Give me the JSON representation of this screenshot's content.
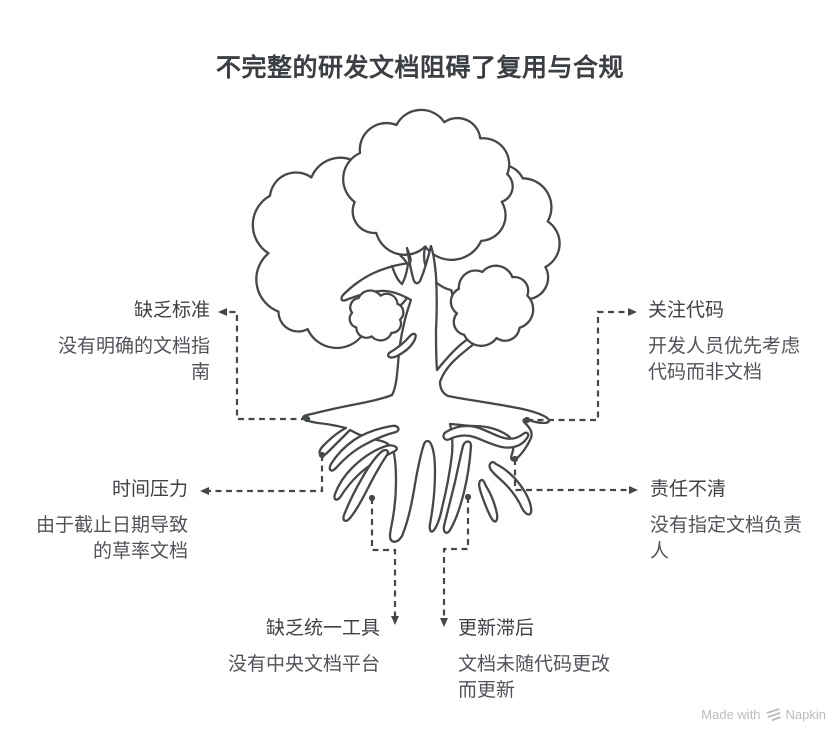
{
  "title": "不完整的研发文档阻碍了复用与合规",
  "causes": {
    "lack_of_standards": {
      "title": "缺乏标准",
      "desc": "没有明确的文档指南"
    },
    "focus_on_code": {
      "title": "关注代码",
      "desc": "开发人员优先考虑代码而非文档"
    },
    "time_pressure": {
      "title": "时间压力",
      "desc": "由于截止日期导致的草率文档"
    },
    "unclear_responsibility": {
      "title": "责任不清",
      "desc": "没有指定文档负责人"
    },
    "lack_of_unified_tools": {
      "title": "缺乏统一工具",
      "desc": "没有中央文档平台"
    },
    "update_lag": {
      "title": "更新滞后",
      "desc": "文档未随代码更改而更新"
    }
  },
  "footer": {
    "made_with": "Made with",
    "brand": "Napkin"
  },
  "colors": {
    "ink": "#45484b",
    "title_text": "#3b3e42",
    "label_title": "#3e4246",
    "label_desc": "#50545a",
    "footer_text": "#b9bcbf"
  }
}
